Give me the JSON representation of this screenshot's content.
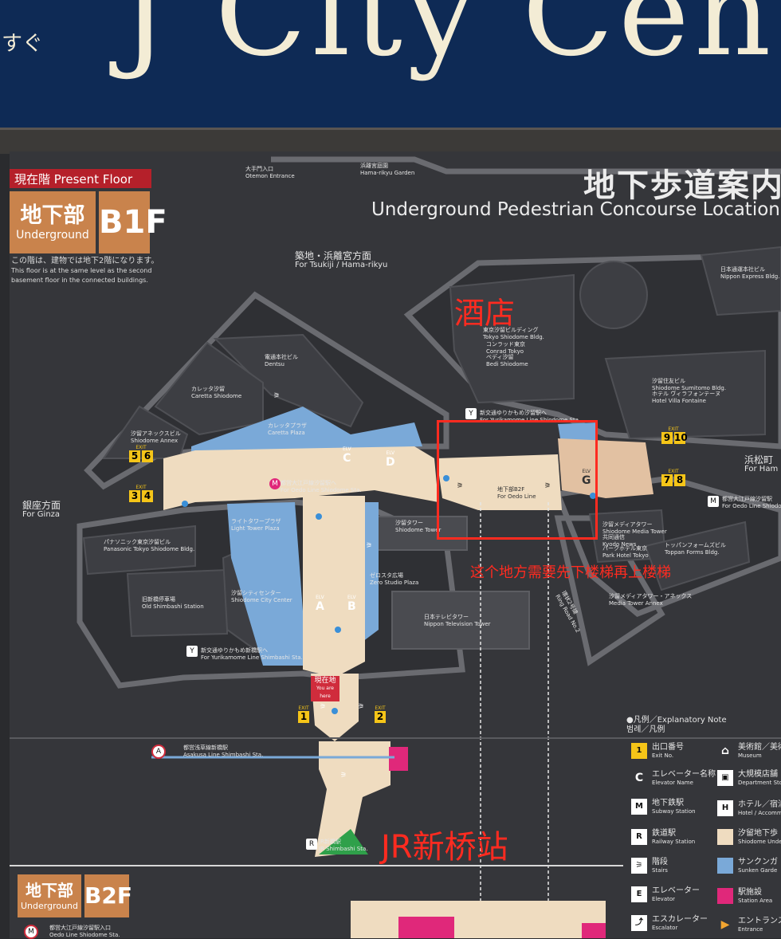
{
  "sign": {
    "big_text": "J City Cen",
    "small_text": "すぐ"
  },
  "title": {
    "jp": "地下歩道案内",
    "en": "Underground Pedestrian Concourse Location"
  },
  "present_floor": {
    "label": "現在階 Present Floor",
    "jp": "地下部",
    "en": "Underground",
    "code": "B1F",
    "note_jp": "この階は、建物では地下2階になります。",
    "note_en": "This floor is at the same level as the second basement floor in the connected buildings."
  },
  "directions": {
    "tsukiji": {
      "jp": "築地・浜離宮方面",
      "en": "For Tsukiji / Hama-rikyu"
    },
    "ginza": {
      "jp": "銀座方面",
      "en": "For Ginza"
    },
    "hamamatsucho": {
      "jp": "浜松町",
      "en": "For Ham"
    },
    "otemon": {
      "jp": "大手門入口",
      "en": "Otemon Entrance"
    },
    "hama_rikyu": {
      "jp": "浜離宮庭園",
      "en": "Hama-rikyu Garden"
    }
  },
  "buildings": {
    "tokyo_shiodome": {
      "jp": "東京汐留ビルディング",
      "en": "Tokyo Shiodome Bldg."
    },
    "conrad": {
      "jp": "コンラッド東京",
      "en": "Conrad Tokyo"
    },
    "bedi": {
      "jp": "ベディ汐留",
      "en": "Bedi Shiodome"
    },
    "dentsu": {
      "jp": "電通本社ビル",
      "en": "Dentsu"
    },
    "caretta": {
      "jp": "カレッタ汐留",
      "en": "Caretta Shiodome"
    },
    "caretta_plaza": {
      "jp": "カレッタプラザ",
      "en": "Caretta Plaza"
    },
    "annex": {
      "jp": "汐留アネックスビル",
      "en": "Shiodome Annex"
    },
    "panasonic": {
      "jp": "パナソニック東京汐留ビル",
      "en": "Panasonic Tokyo Shiodome Bldg."
    },
    "old_station": {
      "jp": "旧新橋停車場",
      "en": "Old Shimbashi Station"
    },
    "city_center": {
      "jp": "汐留シティセンター",
      "en": "Shiodome City Center"
    },
    "light_tower_plaza": {
      "jp": "ライトタワープラザ",
      "en": "Light Tower Plaza"
    },
    "shiodome_tower": {
      "jp": "汐留タワー",
      "en": "Shiodome Tower"
    },
    "zero_studio": {
      "jp": "ゼロスタ広場",
      "en": "Zero Studio Plaza"
    },
    "ntv": {
      "jp": "日本テレビタワー",
      "en": "Nippon Television Tower"
    },
    "sumitomo": {
      "jp": "汐留住友ビル",
      "en": "Shiodome Sumitomo Bldg."
    },
    "villa_fontaine": {
      "jp": "ホテル ヴィラフォンテーヌ",
      "en": "Hotel Villa Fontaine"
    },
    "nippon_express": {
      "jp": "日本通運本社ビル",
      "en": "Nippon Express Bldg."
    },
    "media_tower": {
      "jp": "汐留メディアタワー",
      "en": "Shiodome Media Tower"
    },
    "kyodo": {
      "jp": "共同通信",
      "en": "Kyodo News"
    },
    "park_hotel": {
      "jp": "パークホテル東京",
      "en": "Park Hotel Tokyo"
    },
    "media_annex": {
      "jp": "汐留メディアタワー・アネックス",
      "en": "Media Tower Annex"
    },
    "toppan": {
      "jp": "トッパンフォームズビル",
      "en": "Toppan Forms Bldg."
    },
    "ring_road": {
      "jp": "環状2号線",
      "en": "Ring Road No.2"
    }
  },
  "stations": {
    "oedo_shiodome_1": {
      "jp": "都営大江戸線汐留駅へ",
      "en": "For Oedo Line Shiodome Sta."
    },
    "yurikamome_shiodome": {
      "jp": "新交通ゆりかもめ汐留駅へ",
      "en": "For Yurikamome Line Shiodome Sta."
    },
    "yurikamome_shimbashi": {
      "jp": "新交通ゆりかもめ新橋駅へ",
      "en": "For Yurikamome Line Shimbashi Sta."
    },
    "asakusa_shimbashi": {
      "jp": "都営浅草線新橋駅",
      "en": "Asakusa Line Shimbashi Sta."
    },
    "jr_shimbashi": {
      "jp": "JR新橋駅",
      "en": "JR Shimbashi Sta."
    },
    "oedo_shiodome_b2": {
      "jp": "都営大江戸線汐留駅入口",
      "en": "Oedo Line Shiodome Sta."
    },
    "oedo_shiodome_right": {
      "jp": "都営大江戸線汐留駅",
      "en": "For Oedo Line Shiodo"
    },
    "b2_center": {
      "jp": "地下部B2F",
      "en": "For Oedo Line"
    }
  },
  "exits": {
    "e56": [
      "5",
      "6"
    ],
    "e34": [
      "3",
      "4"
    ],
    "e910": [
      "9",
      "10"
    ],
    "e78": [
      "7",
      "8"
    ],
    "e1": "1",
    "e2": "2",
    "exit_tag": "EXIT"
  },
  "elevators": {
    "c": "C",
    "d": "D",
    "a": "A",
    "b": "B",
    "g": "G",
    "tag": "ELV"
  },
  "you_are_here": {
    "jp": "現在地",
    "en": "You are here"
  },
  "annotations": {
    "hotel": "酒店",
    "stairs_note": "这个地方需要先下楼梯再上楼梯",
    "jr": "JR新桥站"
  },
  "legend": {
    "title": "●凡例／Explanatory Note",
    "title_ko": "범례／凡例",
    "items": [
      {
        "sym": "EXIT 1",
        "jp": "出口番号",
        "en": "Exit No."
      },
      {
        "sym": "ELV C",
        "jp": "エレベーター名称",
        "en": "Elevator Name"
      },
      {
        "sym": "M",
        "jp": "地下鉄駅",
        "en": "Subway Station"
      },
      {
        "sym": "R",
        "jp": "鉄道駅",
        "en": "Railway Station"
      },
      {
        "sym": "階",
        "jp": "階段",
        "en": "Stairs"
      },
      {
        "sym": "E",
        "jp": "エレベーター",
        "en": "Elevator"
      },
      {
        "sym": "esc",
        "jp": "エスカレーター",
        "en": "Escalator"
      }
    ],
    "right_items": [
      {
        "jp": "美術館／美術",
        "en": "Museum"
      },
      {
        "jp": "大規模店舗",
        "en": "Department Store"
      },
      {
        "jp": "ホテル／宿泊",
        "en": "Hotel / Accommo"
      },
      {
        "jp": "汐留地下歩",
        "en": "Shiodome Underg"
      },
      {
        "jp": "サンクンガ",
        "en": "Sunken Garde"
      },
      {
        "jp": "駅施設",
        "en": "Station Area"
      },
      {
        "jp": "エントランス",
        "en": "Entrance"
      }
    ]
  },
  "b2_floor": {
    "jp": "地下部",
    "en": "Underground",
    "code": "B2F"
  },
  "colors": {
    "board": "#35363a",
    "walkway": "#efdcc0",
    "sunken": "#7aa9d8",
    "accent_red": "#ff2b20",
    "exit_yellow": "#f5c518",
    "floor_orange": "#c9834c"
  }
}
